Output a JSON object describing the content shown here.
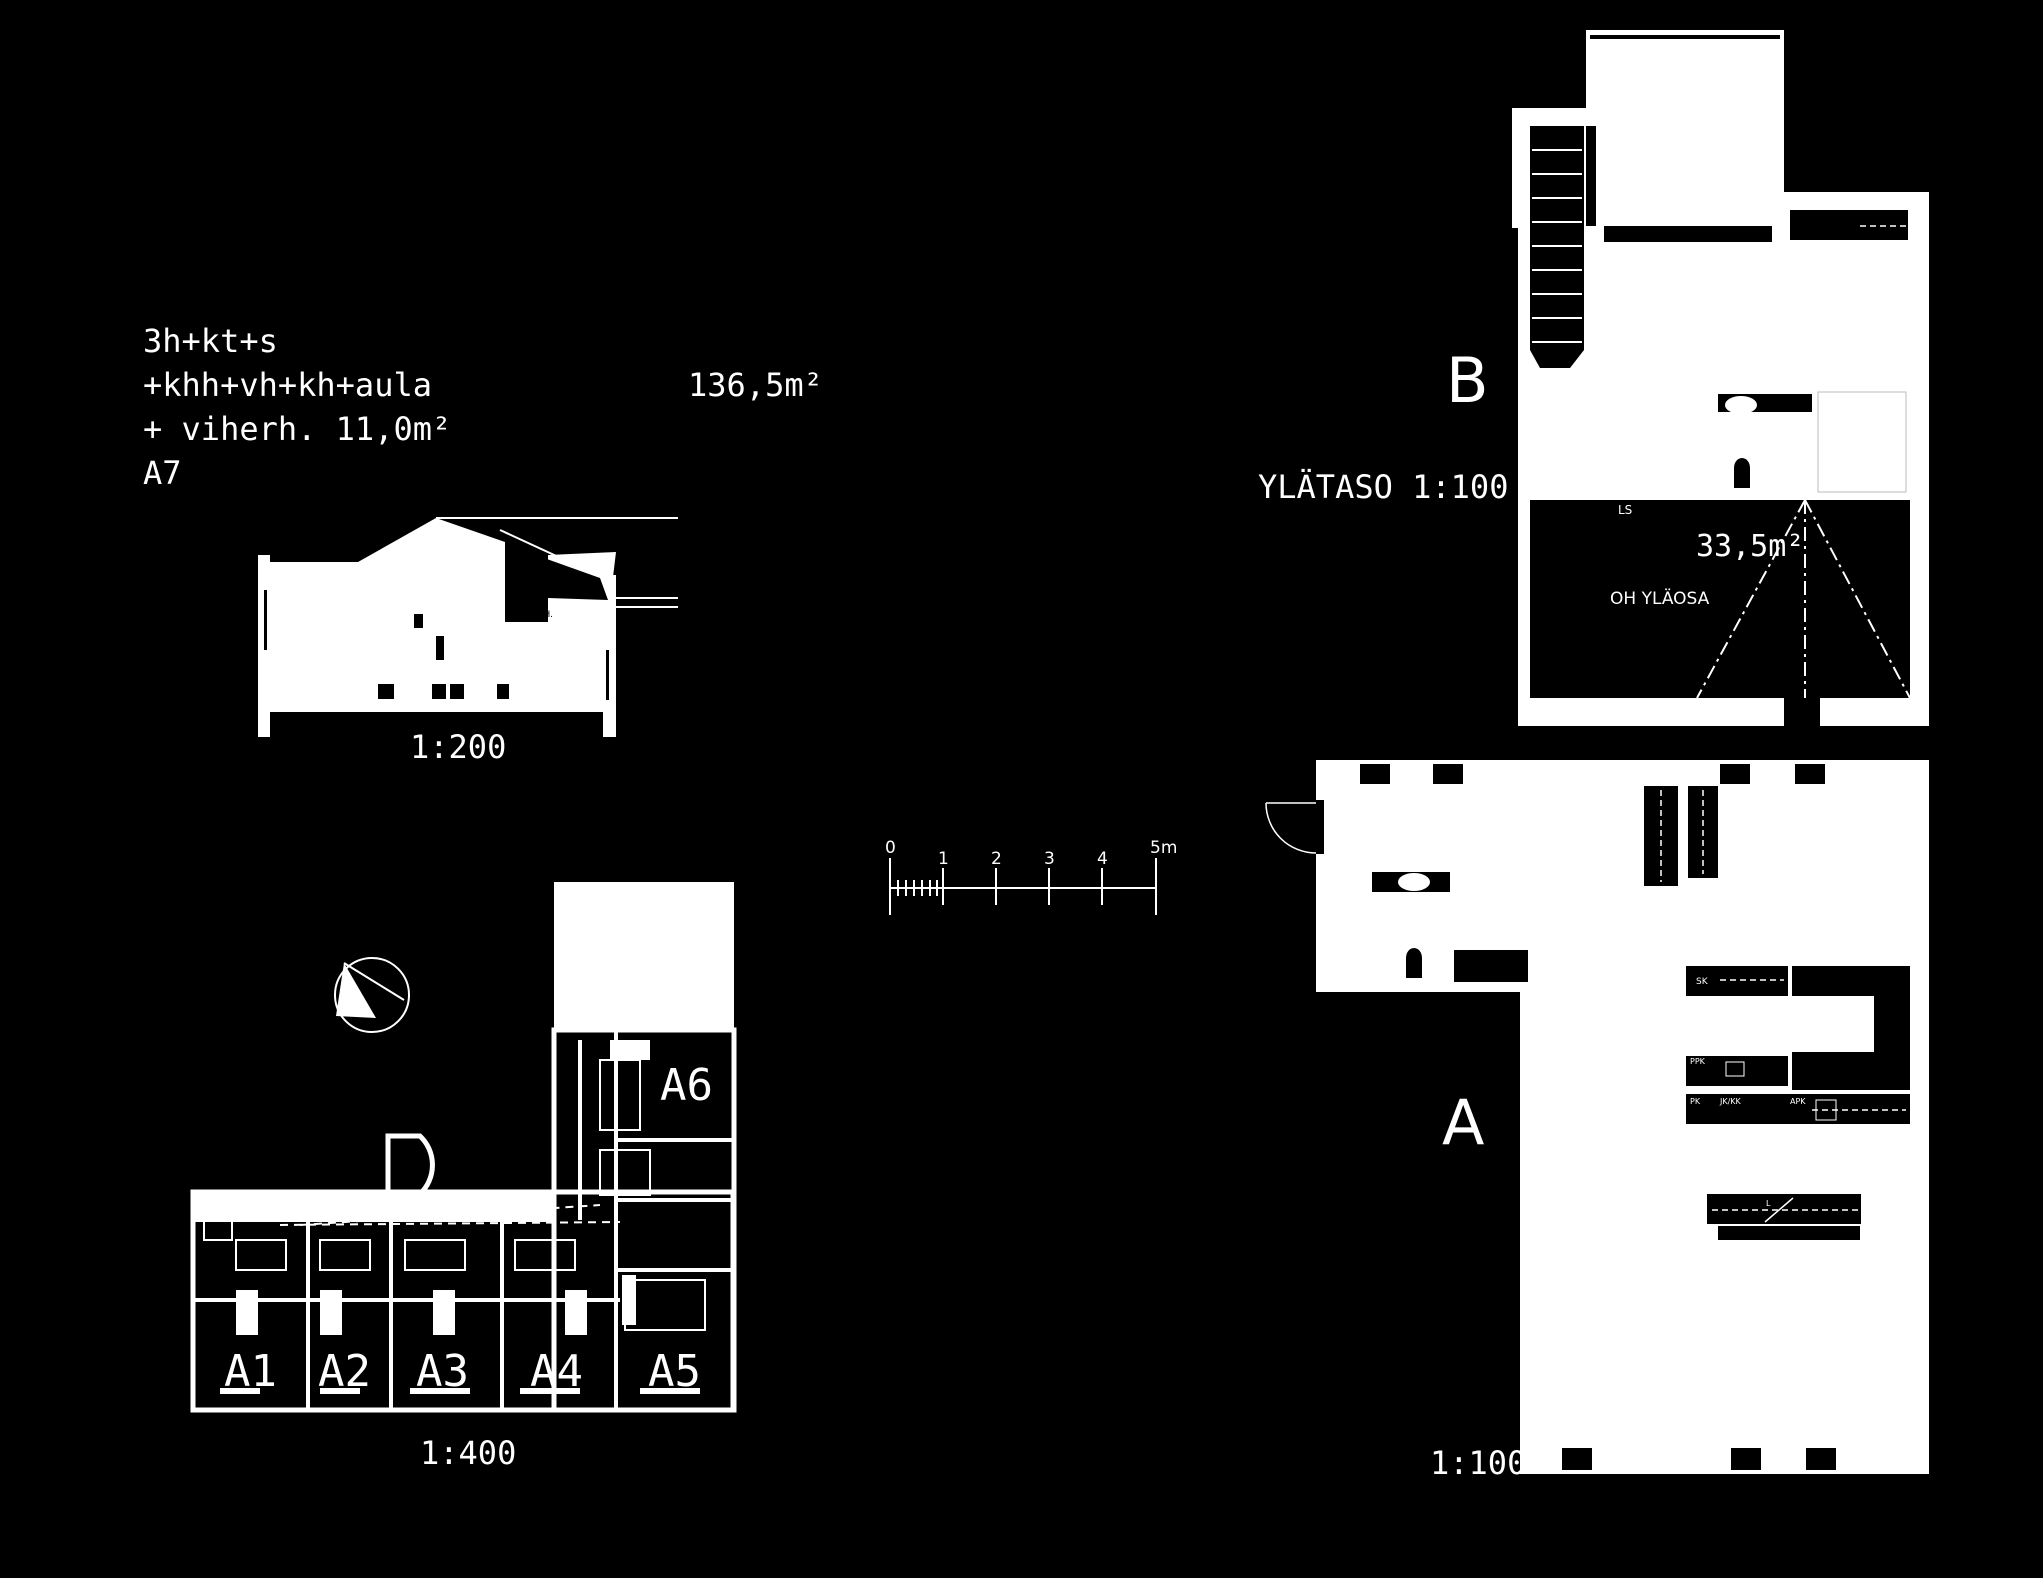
{
  "apartment": {
    "program_line1": "3h+kt+s",
    "program_line2": "+khh+vh+kh+aula",
    "program_line3": "+ viherh. 11,0m²",
    "unit_id": "A7",
    "area_total": "136,5m²"
  },
  "section": {
    "scale": "1:200",
    "room_label": "VIHERH."
  },
  "site_plan": {
    "scale": "1:400",
    "units": [
      "A1",
      "A2",
      "A3",
      "A4",
      "A5",
      "A6"
    ]
  },
  "scale_bar": {
    "ticks": [
      "0",
      "1",
      "2",
      "3",
      "4",
      "5m"
    ]
  },
  "upper_floor": {
    "letter": "B",
    "title": "YLÄTASO 1:100",
    "area": "33,5m²",
    "void_label": "OH YLÄOSA",
    "ls_label": "LS"
  },
  "lower_floor": {
    "letter": "A",
    "scale": "1:100",
    "tags": [
      "SK",
      "PPK",
      "PK",
      "JK/KK",
      "APK",
      "L"
    ]
  },
  "colors": {
    "background": "#000000",
    "drawing": "#ffffff"
  }
}
